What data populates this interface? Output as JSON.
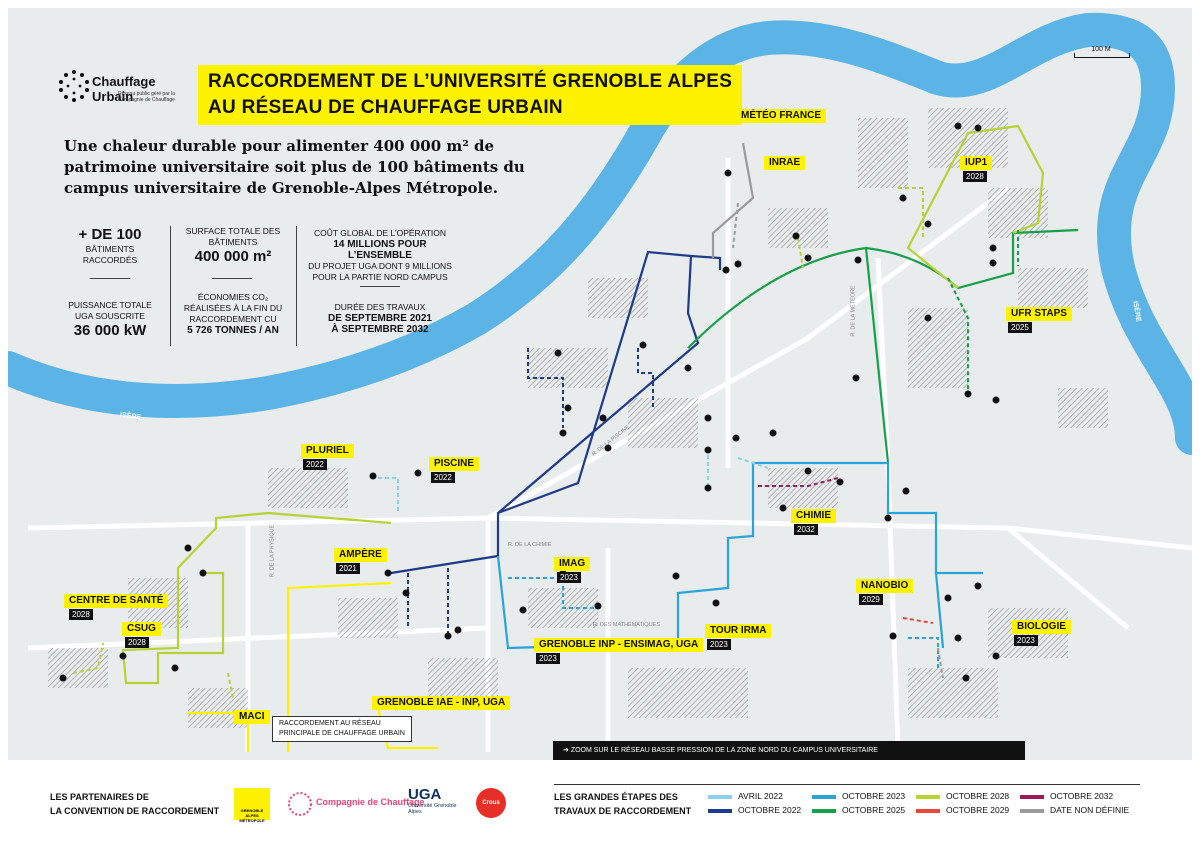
{
  "logo": {
    "name": "Chauffage Urbain",
    "sub": "Réseau public géré par la Compagnie de Chauffage"
  },
  "title": {
    "line1": "RACCORDEMENT DE L’UNIVERSITÉ GRENOBLE ALPES",
    "line2": "AU RÉSEAU DE CHAUFFAGE URBAIN"
  },
  "subtitle": "Une chaleur durable pour alimenter 400 000 m² de patrimoine universitaire soit plus de 100 bâtiments du campus universitaire de Grenoble-Alpes Métropole.",
  "stats": {
    "buildings_value": "+ DE 100",
    "buildings_label": "BÂTIMENTS RACCORDÉS",
    "power_label": "PUISSANCE TOTALE UGA SOUSCRITE",
    "power_value": "36 000 kW",
    "surface_label": "SURFACE TOTALE DES BÂTIMENTS",
    "surface_value": "400 000 m²",
    "co2_label": "ÉCONOMIES CO₂ RÉALISÉES À LA FIN DU RACCORDEMENT CU",
    "co2_value": "5 726 TONNES / AN",
    "cost_label": "COÛT GLOBAL DE L’OPÉRATION",
    "cost_line1": "14 MILLIONS POUR L’ENSEMBLE",
    "cost_line2": "DU PROJET UGA DONT 9 MILLIONS",
    "cost_line3": "POUR LA PARTIE NORD CAMPUS",
    "duration_label": "DURÉE DES TRAVAUX",
    "duration_line1": "DE SEPTEMBRE 2021",
    "duration_line2": "À SEPTEMBRE 2032"
  },
  "scale": "100 M",
  "river": [
    "ISÈRE",
    "ISÈRE"
  ],
  "streets": [
    "R. DE LA CHIMIE",
    "R. DES MATHÉMATIQUES",
    "R. DE LA PISCINE",
    "R. DE LA PHYSIQUE",
    "R. DE LA MÉTÉORE"
  ],
  "buildings": [
    {
      "name": "MÉTÉO FRANCE",
      "year": ""
    },
    {
      "name": "INRAE",
      "year": ""
    },
    {
      "name": "IUP1",
      "year": "2028"
    },
    {
      "name": "UFR STAPS",
      "year": "2025"
    },
    {
      "name": "PLURIEL",
      "year": "2022"
    },
    {
      "name": "PISCINE",
      "year": "2022"
    },
    {
      "name": "CHIMIE",
      "year": "2032"
    },
    {
      "name": "AMPÈRE",
      "year": "2021"
    },
    {
      "name": "IMAG",
      "year": "2023"
    },
    {
      "name": "NANOBIO",
      "year": "2029"
    },
    {
      "name": "CENTRE DE SANTÉ",
      "year": "2028"
    },
    {
      "name": "CSUG",
      "year": "2028"
    },
    {
      "name": "TOUR IRMA",
      "year": "2023"
    },
    {
      "name": "BIOLOGIE",
      "year": "2023"
    },
    {
      "name": "GRENOBLE INP - ENSIMAG, UGA",
      "year": "2023"
    },
    {
      "name": "MACI",
      "year": ""
    },
    {
      "name": "GRENOBLE IAE - INP, UGA",
      "year": ""
    }
  ],
  "note": {
    "line1": "RACCORDEMENT AU RÉSEAU",
    "line2": "PRINCIPALE DE CHAUFFAGE URBAIN"
  },
  "zoom_note": "ZOOM SUR LE RÉSEAU BASSE PRESSION DE LA ZONE NORD DU CAMPUS UNIVERSITAIRE",
  "partners": {
    "title_line1": "LES PARTENAIRES DE",
    "title_line2": "LA CONVENTION DE RACCORDEMENT",
    "gam": "GRENOBLE ALPES MÉTROPOLE",
    "cdc": "Compagnie de Chauffage",
    "uga": "UGA",
    "uga_sub": "Université Grenoble Alpes",
    "crous": "Crous"
  },
  "legend": {
    "title_line1": "LES GRANDES ÉTAPES DES",
    "title_line2": "TRAVAUX DE RACCORDEMENT",
    "items": [
      {
        "label": "AVRIL 2022",
        "color": "#8dd0ea"
      },
      {
        "label": "OCTOBRE 2022",
        "color": "#1e3a8a"
      },
      {
        "label": "OCTOBRE 2023",
        "color": "#2aa3d8"
      },
      {
        "label": "OCTOBRE 2025",
        "color": "#17a04a"
      },
      {
        "label": "OCTOBRE 2028",
        "color": "#b5d334"
      },
      {
        "label": "OCTOBRE 2029",
        "color": "#e8473b"
      },
      {
        "label": "OCTOBRE 2032",
        "color": "#9b1b5a"
      },
      {
        "label": "DATE NON DÉFINIE",
        "color": "#9a9a9a"
      }
    ]
  },
  "colors": {
    "river": "#5bb4e5",
    "highlight": "#fff200",
    "background": "#e9ecec"
  }
}
